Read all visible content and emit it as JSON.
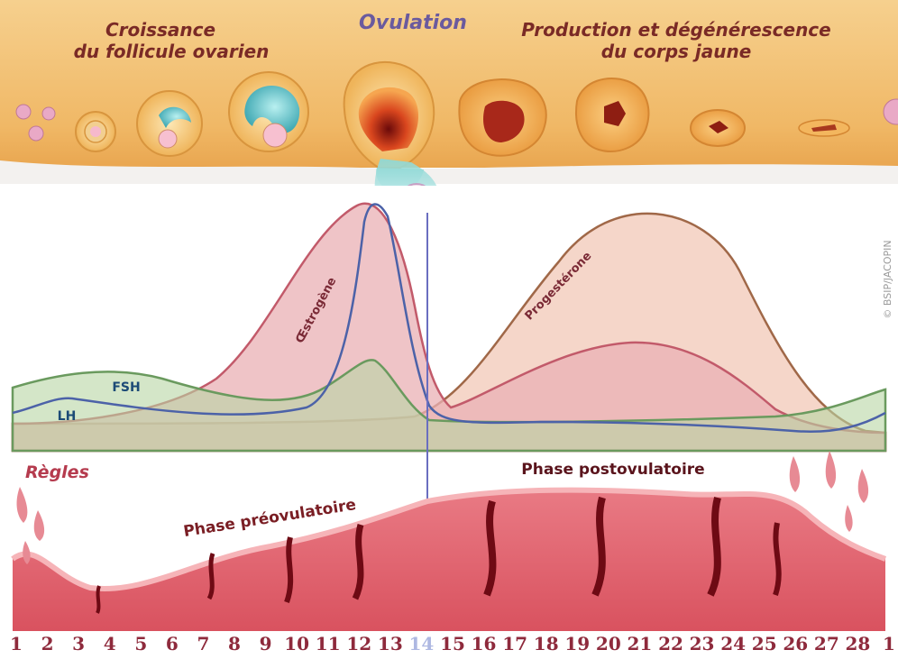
{
  "ovary": {
    "growth_line1": "Croissance",
    "growth_line2": "du follicule ovarien",
    "ovulation": "Ovulation",
    "corpus_line1": "Production et dégénérescence",
    "corpus_line2": "du corps jaune"
  },
  "hormones": {
    "estrogen": "Œstrogène",
    "progesterone": "Progestérone",
    "fsh": "FSH",
    "lh": "LH"
  },
  "copyright": "© BSIP/JACOPIN",
  "endometrium": {
    "menses": "Règles",
    "preovulatory": "Phase préovulatoire",
    "postovulatory": "Phase postovulatoire"
  },
  "days": [
    "1",
    "2",
    "3",
    "4",
    "5",
    "6",
    "7",
    "8",
    "9",
    "10",
    "11",
    "12",
    "13",
    "14",
    "15",
    "16",
    "17",
    "18",
    "19",
    "20",
    "21",
    "22",
    "23",
    "24",
    "25",
    "26",
    "27",
    "28",
    "1"
  ],
  "ovulation_day": "14",
  "colors": {
    "ovary": "#f3c276",
    "estrogen": "#c25a6a",
    "progesterone": "#a06848",
    "fsh": "#6a9a5e",
    "lh": "#4c62a8",
    "endometrium": "#e46d78",
    "day_labels": "#8e2a3c",
    "ovulation_day": "#aeb8e2",
    "title_text": "#7a2a26",
    "ovulation_text": "#6a5a9e"
  }
}
